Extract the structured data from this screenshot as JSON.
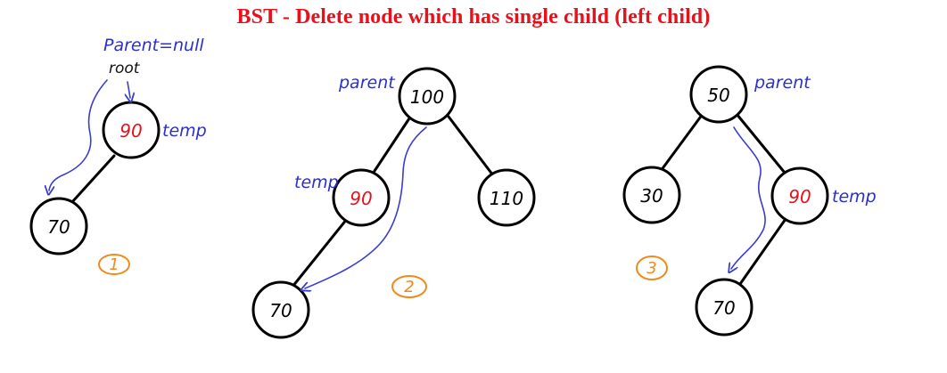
{
  "title": "BST - Delete node which has single child (left child)",
  "colors": {
    "title": "#e8101a",
    "highlight_value": "#e8101a",
    "annotation": "#2b2fd1",
    "step_badge": "#f08a1c",
    "node_stroke": "#000000"
  },
  "diagrams": [
    {
      "step": "1",
      "nodes": {
        "a": "90",
        "b": "70"
      },
      "notes": {
        "top": "Parent=null",
        "root": "root",
        "temp": "temp"
      }
    },
    {
      "step": "2",
      "nodes": {
        "a": "100",
        "b": "90",
        "c": "110",
        "d": "70"
      },
      "notes": {
        "parent": "parent",
        "temp": "temp"
      }
    },
    {
      "step": "3",
      "nodes": {
        "a": "50",
        "b": "30",
        "c": "90",
        "d": "70"
      },
      "notes": {
        "parent": "parent",
        "temp": "temp"
      }
    }
  ]
}
